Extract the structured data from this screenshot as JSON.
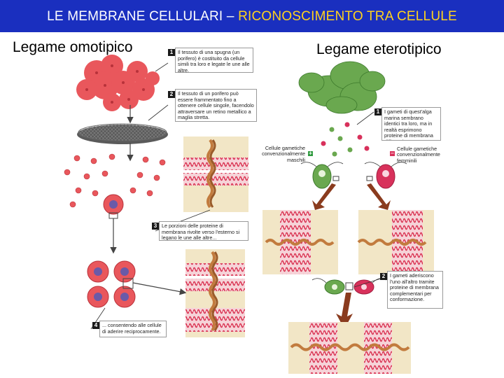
{
  "title": {
    "prefix": "LE MEMBRANE CELLULARI – ",
    "highlight": "RICONOSCIMENTO TRA CELLULE",
    "bar_color": "#1a2fbf",
    "highlight_color": "#ffd21e"
  },
  "left_heading": "Legame omotipico",
  "right_heading": "Legame eterotipico",
  "left_notes": [
    {
      "step": "1",
      "text": "Il tessuto di una spugna (un porifero) è costituito da cellule simili tra loro e legate le une alle altre."
    },
    {
      "step": "2",
      "text": "Il tessuto di un porifero può essere frammentato fino a ottenere cellule singole, facendolo attraversare un retino metallico a maglia stretta."
    },
    {
      "step": "3",
      "text": "Le porzioni delle proteine di membrana rivolte verso l'esterno si legano le une alle altre..."
    },
    {
      "step": "4",
      "text": "... consentendo alle cellule di aderire reciprocamente."
    }
  ],
  "right_notes": [
    {
      "step": "1",
      "text": "I gameti di quest'alga marina sembrano identici tra loro, ma in realtà esprimono proteine di membrana differenti."
    },
    {
      "step": "2",
      "text": "I gameti aderiscono l'uno all'altro tramite proteine di membrana complementari per conformazione."
    }
  ],
  "legend": {
    "male": {
      "text": "Cellule gametiche convenzionalmente maschili",
      "symbol": "+",
      "color": "#2f9a3f"
    },
    "female": {
      "text": "Cellule gametiche convenzionalmente femminili",
      "symbol": "−",
      "color": "#d8315b"
    }
  },
  "colors": {
    "sponge": "#e9575c",
    "membrane": "#d8294a",
    "panel_bg": "#f2e6c6",
    "protein": "#c27b3e",
    "alga": "#6aa84f",
    "arrow": "#8a3b1e"
  }
}
